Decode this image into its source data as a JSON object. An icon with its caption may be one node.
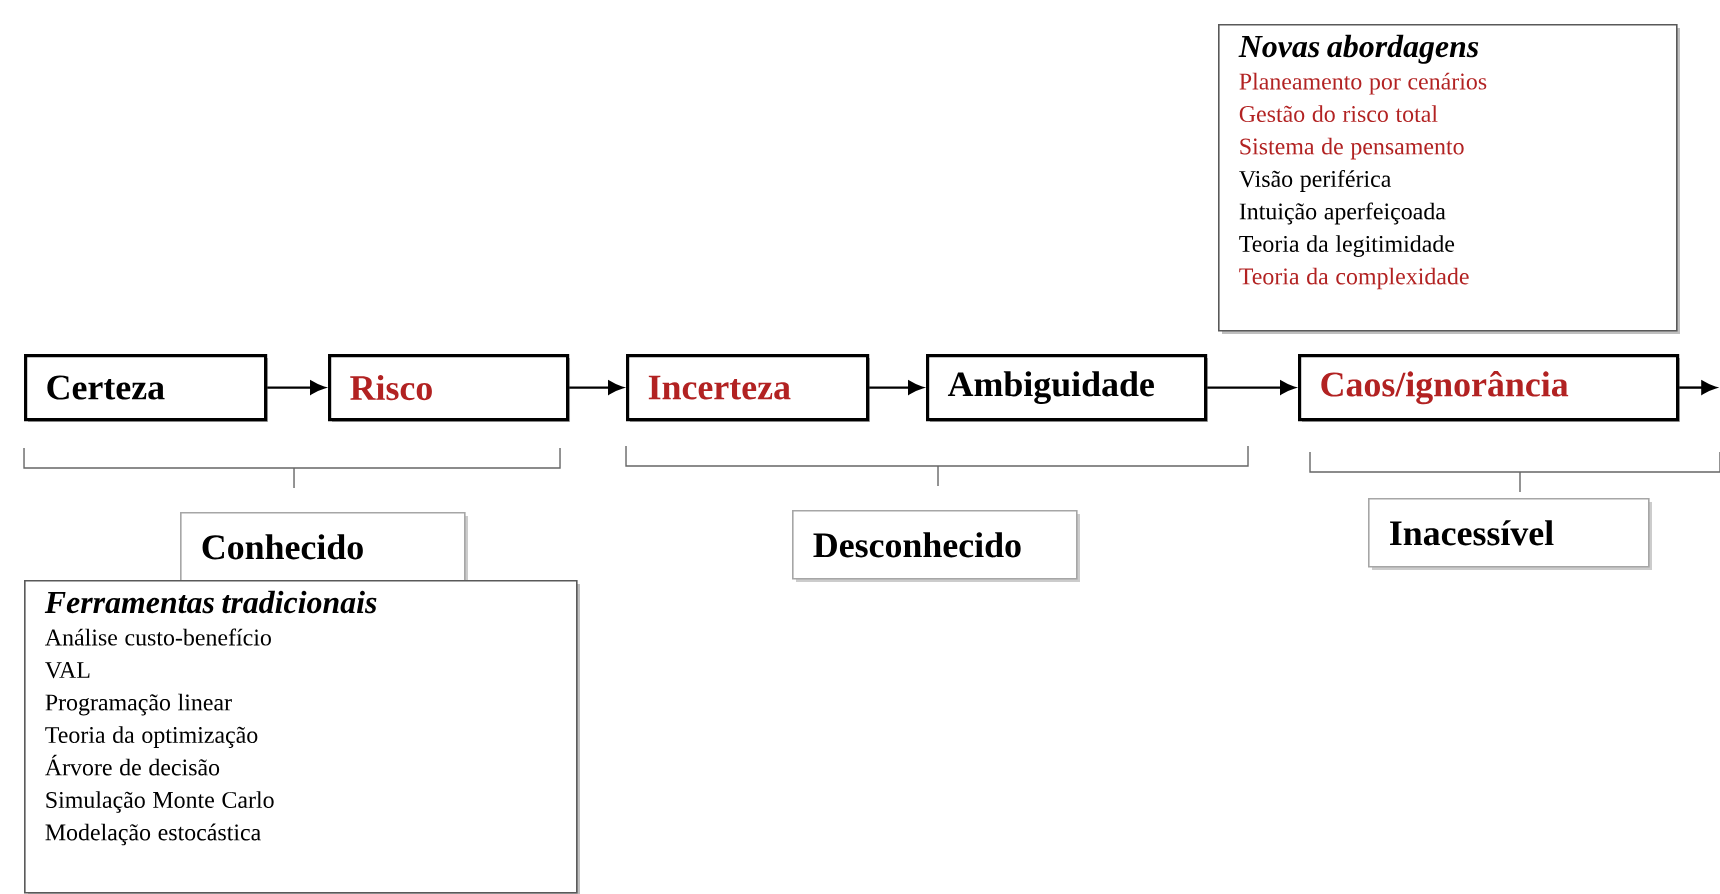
{
  "diagram": {
    "nodes": [
      {
        "text": [
          "Certeza"
        ]
      },
      {
        "text": [
          "Risco"
        ]
      },
      {
        "text": [
          "Incerteza"
        ]
      },
      {
        "text": [
          "Ambiguidade"
        ]
      },
      {
        "text": [
          "Caos/ignorância"
        ]
      },
      {
        "text": [
          "Conhecido"
        ]
      },
      {
        "text": [
          "Desconhecido"
        ]
      },
      {
        "text": [
          "Inacessível"
        ]
      },
      {
        "text": [
          "Ferramentas tradicionais",
          "Análise custo-benefício",
          "VAL",
          "Programação linear",
          "Teoria da optimização",
          "Árvore de decisão",
          "Simulação Monte Carlo",
          "Modelação estocástica"
        ]
      },
      {
        "text": [
          "Novas abordagens",
          "Planeamento por cenários",
          "Gestão do risco total",
          "Sistema de pensamento",
          "Visão periférica",
          "Intuição aperfeiçoada",
          "Teoria da legitimidade",
          "Teoria da complexidade"
        ]
      }
    ],
    "edges": [
      {
        "from": 0,
        "to": 1,
        "arrow": "to"
      },
      {
        "from": 1,
        "to": 2,
        "arrow": "to"
      },
      {
        "from": 2,
        "to": 3,
        "arrow": "to"
      },
      {
        "from": 3,
        "to": 4,
        "arrow": "to"
      },
      {
        "from": 4,
        "to": null,
        "arrow": "to"
      }
    ]
  }
}
